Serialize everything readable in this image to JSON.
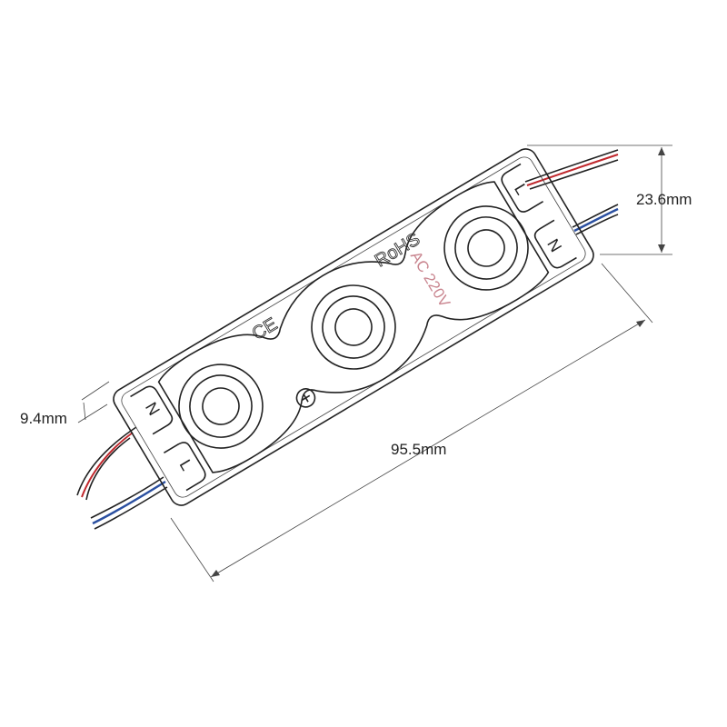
{
  "dimensions": {
    "height": "23.6mm",
    "lens_height": "9.4mm",
    "length": "95.5mm"
  },
  "markings": {
    "rohs": "RoHS",
    "ce": "CE",
    "voltage": "AC 220V",
    "terminal_l": "L",
    "terminal_n": "N"
  },
  "colors": {
    "wire_red": "#c0282d",
    "wire_blue": "#2a4fa0",
    "voltage_text": "#c9858f"
  }
}
